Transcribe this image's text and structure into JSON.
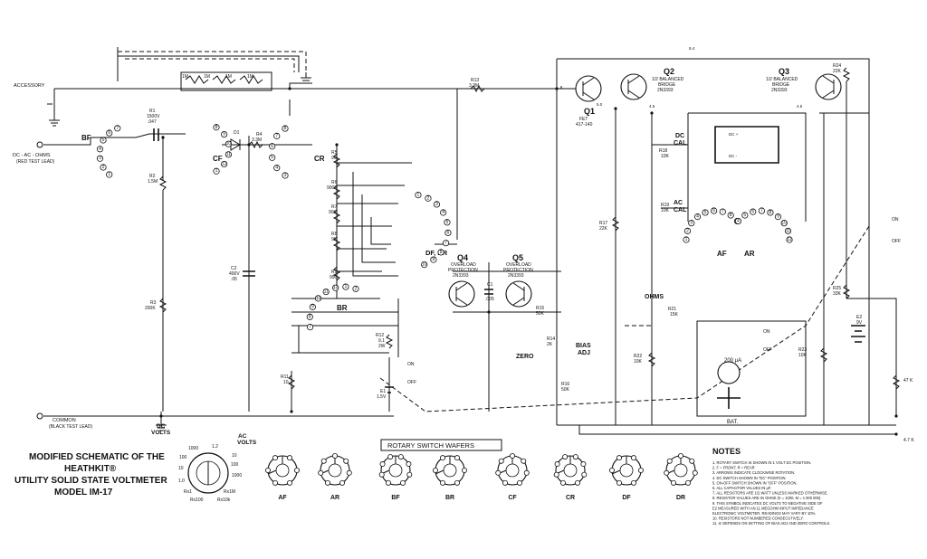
{
  "title": {
    "lines": [
      "MODIFIED SCHEMATIC OF THE",
      "HEATHKIT®",
      "UTILITY SOLID STATE VOLTMETER",
      "MODEL IM-17"
    ]
  },
  "inputs": {
    "accessory": "ACCESSORY",
    "dc_ac_ohms": "DC - AC - OHMS",
    "red_lead": "(RED TEST LEAD)",
    "common": "COMMON",
    "black_lead": "(BLACK TEST LEAD)"
  },
  "switch_labels": [
    "BF",
    "CF",
    "CR",
    "DF, DR",
    "BR",
    "AF",
    "AR"
  ],
  "transistors": [
    {
      "id": "Q1",
      "desc": [
        "FET",
        "417-140"
      ],
      "pin": "5.0"
    },
    {
      "id": "Q2",
      "desc": [
        "1/2 BALANCED",
        "BRIDGE",
        "2N3393"
      ],
      "pin": "4.5"
    },
    {
      "id": "Q3",
      "desc": [
        "1/2 BALANCED",
        "BRIDGE",
        "2N3393"
      ],
      "pin": "4.5"
    },
    {
      "id": "Q4",
      "desc": [
        "OVERLOAD",
        "PROTECTION",
        "2N3393"
      ]
    },
    {
      "id": "Q5",
      "desc": [
        "OVERLOAD",
        "PROTECTION",
        "2N3393"
      ]
    }
  ],
  "components": {
    "r1": [
      "R1",
      "1500V",
      ".047"
    ],
    "r2": [
      "R2",
      "1.5M"
    ],
    "r3": [
      "R3",
      "200K"
    ],
    "r4": [
      "R4",
      "3.3M"
    ],
    "d1": "D1",
    "r5": [
      "R5",
      "9M"
    ],
    "r6": [
      "R6",
      "900K"
    ],
    "r7": [
      "R7",
      "90K"
    ],
    "r8": [
      "R8",
      "9K"
    ],
    "r9": [
      "R9",
      "990"
    ],
    "r10": [
      "R10",
      "9K"
    ],
    "r11": [
      "R11",
      "10"
    ],
    "r12": [
      "R12",
      "9.1",
      "2W"
    ],
    "r13": [
      "R13",
      "3.3M"
    ],
    "r15": [
      "R15",
      "50K"
    ],
    "r14": [
      "R14",
      "2K"
    ],
    "r16": [
      "R16",
      "50K"
    ],
    "r17": [
      "R17",
      "22K"
    ],
    "r18": [
      "R18",
      "10K"
    ],
    "r19": [
      "R19",
      "10K"
    ],
    "r21": [
      "R21",
      "15K"
    ],
    "r22": [
      "R22",
      "10K"
    ],
    "r23": [
      "R23",
      "10K"
    ],
    "r24": [
      "R24",
      "22K"
    ],
    "r25": [
      "R25",
      "33K"
    ],
    "c2": [
      "C2",
      "400V",
      ".05"
    ],
    "c1": [
      "C1",
      ".005"
    ],
    "e1": [
      "E1",
      "1.5V"
    ],
    "e2": [
      "E2",
      "9V"
    ],
    "chain": [
      "1M",
      "1M",
      "1M",
      "1M"
    ],
    "r47k": "47 K",
    "r4_7k": "4.7 K"
  },
  "schematic_labels": {
    "dc_cal": [
      "DC",
      "CAL"
    ],
    "ac_cal": [
      "AC",
      "CAL"
    ],
    "ohms": "OHMS",
    "zero": "ZERO",
    "bias_adj": [
      "BIAS",
      "ADJ"
    ],
    "meter": "200 µA",
    "bat": "BAT.",
    "dc_plus": "DC +",
    "dc_minus": "DC -",
    "on": "ON",
    "off": "OFF",
    "b4": "8.4"
  },
  "dial": {
    "dc_volts": [
      "DC",
      "VOLTS"
    ],
    "ac_volts": [
      "AC",
      "VOLTS"
    ],
    "left_ticks": [
      "1000",
      "100",
      "10",
      "1.0"
    ],
    "right_ticks": [
      "1.2",
      "10",
      "100",
      "1000"
    ],
    "bottom_ticks": [
      "Rx1",
      "Rx100",
      "Rx1M",
      "Rx10k"
    ]
  },
  "wafers": {
    "heading": "ROTARY SWITCH WAFERS",
    "names": [
      "AF",
      "AR",
      "BF",
      "BR",
      "CF",
      "CR",
      "DF",
      "DR"
    ]
  },
  "notes": {
    "heading": "NOTES",
    "items": [
      "1.  ROTARY SWITCH IS SHOWN IN 1 VOLT DC POSITION.",
      "2.  F = FRONT, R = REAR",
      "3.  ARROWS INDICATE CLOCKWISE ROTATION.",
      "4.  DC SWITCH SHOWN IN \"DC\" POSITION.",
      "5.  ON-OFF SWITCH SHOWN IN \"OFF\" POSITION.",
      "6.  ALL CAPACITOR VALUES IN µF.",
      "7.  ALL RESISTORS ARE 1/2 WATT UNLESS MARKED OTHERWISE.",
      "8.  RESISTOR VALUES ARE IN OHMS (K = 1000, M = 1 000 000).",
      "9.        THIS SYMBOL INDICATES DC VOLTS TO NEGATIVE SIDE OF",
      "      E2 MEASURED WITH AN 11 MEGOHM INPUT IMPEDANCE",
      "      ELECTRONIC VOLTMETER. READINGS MAY VARY BY 10%.",
      "10.  RESISTORS NOT NUMBERED CONSECUTIVELY.",
      "11.  ⑥ DEPENDS ON SETTING OF BIAS ADJ AND ZERO CONTROLS."
    ]
  }
}
